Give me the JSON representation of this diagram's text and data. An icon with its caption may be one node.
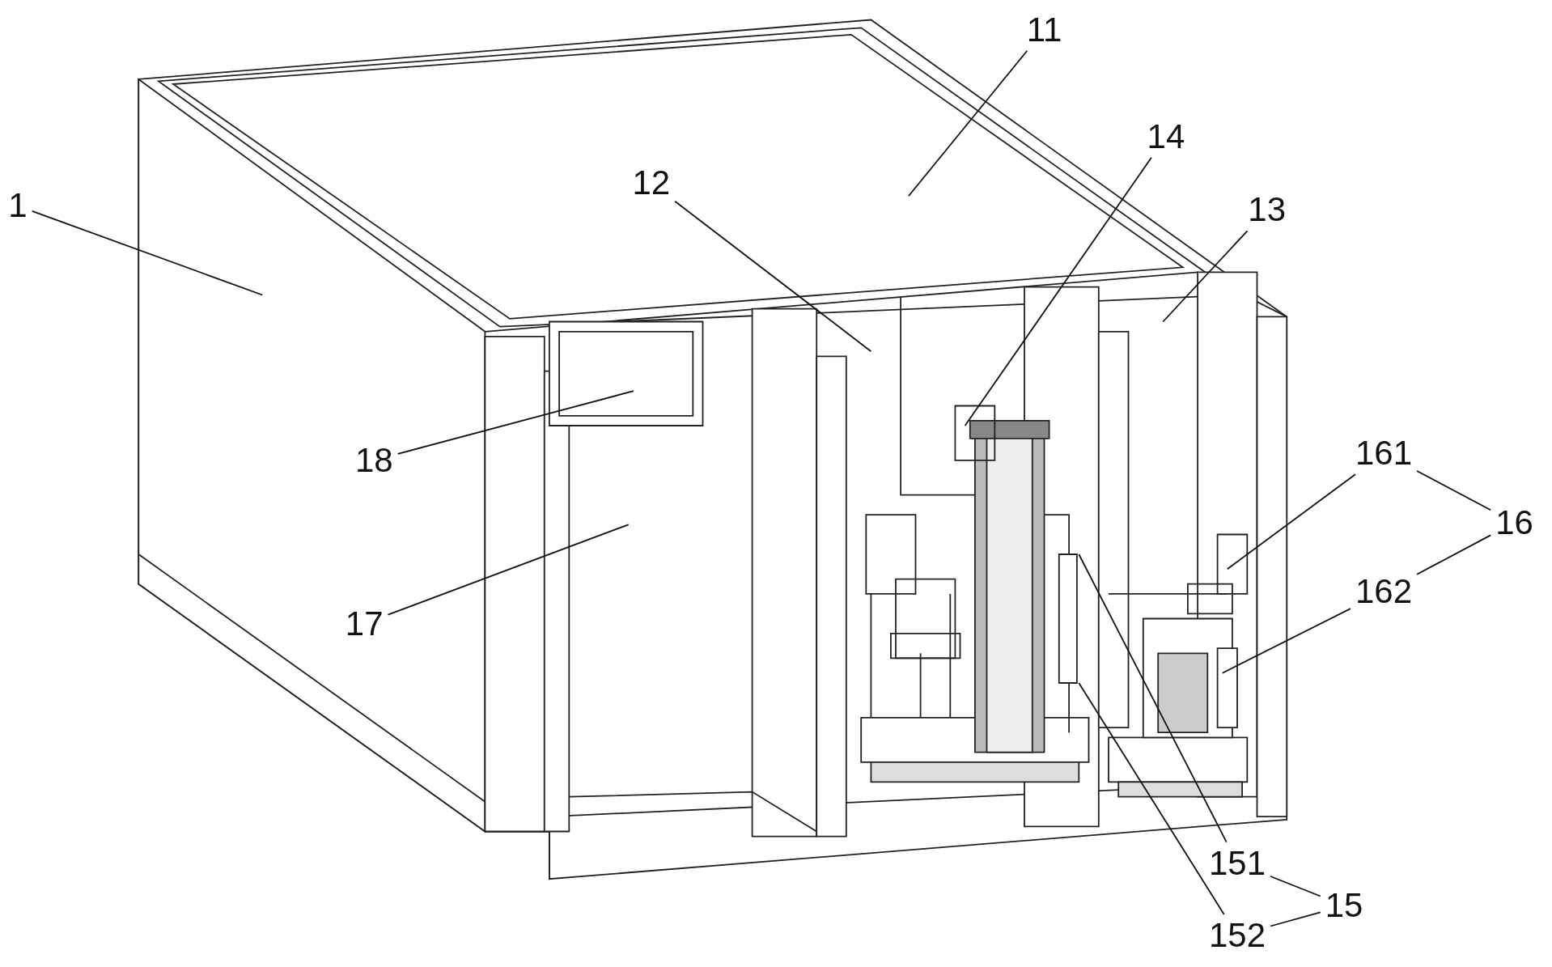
{
  "diagram": {
    "nodes": [
      {
        "text": [
          "1"
        ]
      },
      {
        "text": [
          "11"
        ]
      },
      {
        "text": [
          "12"
        ]
      },
      {
        "text": [
          "14"
        ]
      },
      {
        "text": [
          "13"
        ]
      },
      {
        "text": [
          "18"
        ]
      },
      {
        "text": [
          "161"
        ]
      },
      {
        "text": [
          "16"
        ]
      },
      {
        "text": [
          "17"
        ]
      },
      {
        "text": [
          "162"
        ]
      },
      {
        "text": [
          "151"
        ]
      },
      {
        "text": [
          "15"
        ]
      },
      {
        "text": [
          "152"
        ]
      }
    ],
    "edges": [
      {
        "from": 0,
        "to": null,
        "arrow": "none"
      },
      {
        "from": 1,
        "to": null,
        "arrow": "none"
      },
      {
        "from": 2,
        "to": null,
        "arrow": "none"
      },
      {
        "from": 3,
        "to": null,
        "arrow": "none"
      },
      {
        "from": 4,
        "to": null,
        "arrow": "none"
      },
      {
        "from": 5,
        "to": null,
        "arrow": "none"
      },
      {
        "from": 6,
        "to": null,
        "arrow": "none"
      },
      {
        "from": 7,
        "to": 6,
        "arrow": "none"
      },
      {
        "from": 7,
        "to": 9,
        "arrow": "none"
      },
      {
        "from": 8,
        "to": null,
        "arrow": "none"
      },
      {
        "from": 9,
        "to": null,
        "arrow": "none"
      },
      {
        "from": 10,
        "to": null,
        "arrow": "none"
      },
      {
        "from": 11,
        "to": 10,
        "arrow": "none"
      },
      {
        "from": 11,
        "to": 12,
        "arrow": "none"
      },
      {
        "from": 12,
        "to": null,
        "arrow": "none"
      }
    ]
  }
}
